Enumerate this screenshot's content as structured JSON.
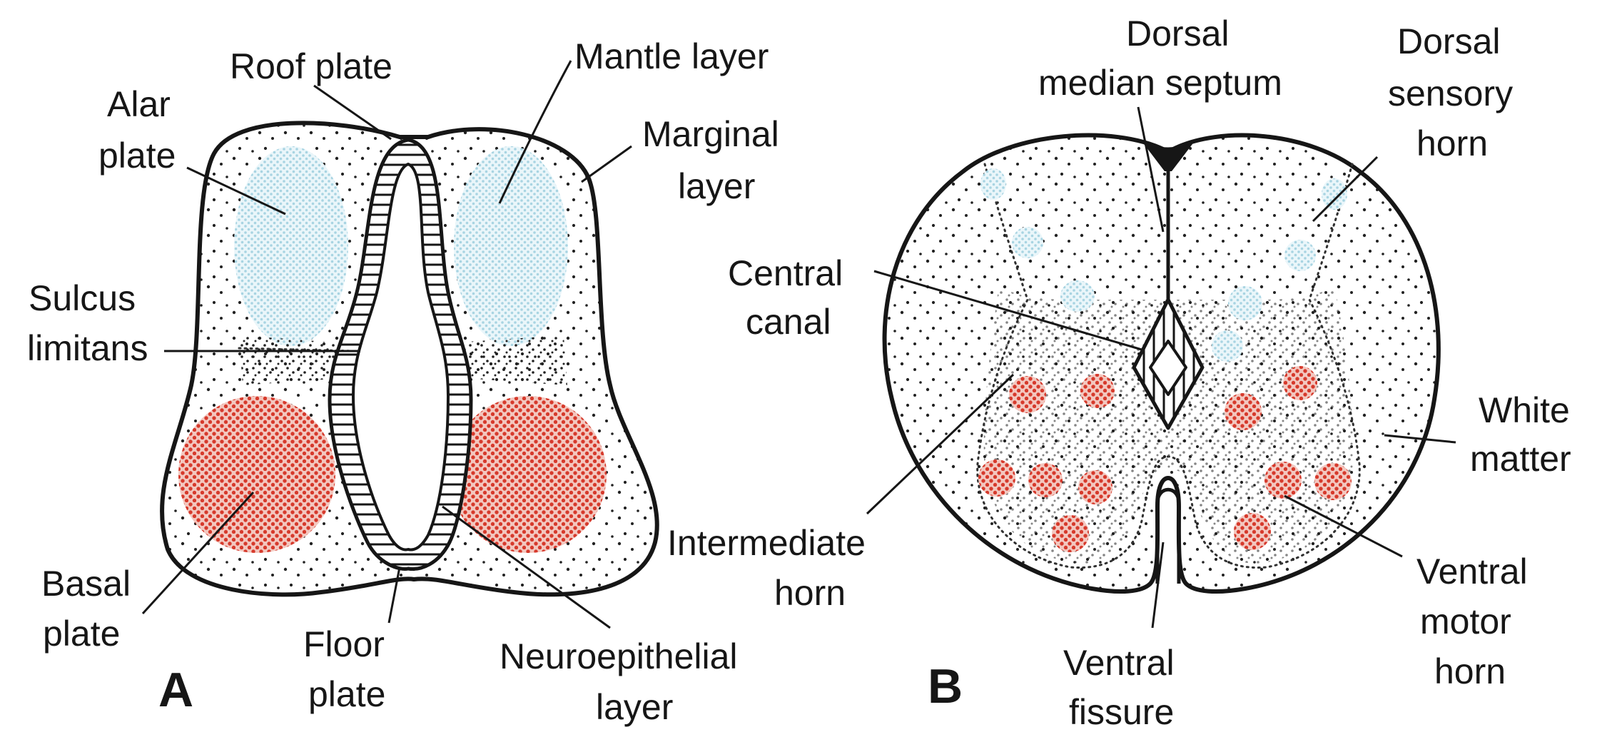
{
  "colors": {
    "ink": "#161616",
    "sensory_blue": "#bfe0ea",
    "motor_red": "#d63a2c",
    "background": "#ffffff"
  },
  "panel_a": {
    "letter": "A",
    "labels": {
      "roof_plate": "Roof plate",
      "mantle_layer": "Mantle layer",
      "alar_plate_1": "Alar",
      "alar_plate_2": "plate",
      "marginal_layer_1": "Marginal",
      "marginal_layer_2": "layer",
      "sulcus_limitans_1": "Sulcus",
      "sulcus_limitans_2": "limitans",
      "basal_plate_1": "Basal",
      "basal_plate_2": "plate",
      "floor_plate_1": "Floor",
      "floor_plate_2": "plate",
      "neuroepithelial_layer_1": "Neuroepithelial",
      "neuroepithelial_layer_2": "layer"
    }
  },
  "panel_b": {
    "letter": "B",
    "labels": {
      "dorsal_median_septum_1": "Dorsal",
      "dorsal_median_septum_2": "median septum",
      "dorsal_sensory_horn_1": "Dorsal",
      "dorsal_sensory_horn_2": "sensory",
      "dorsal_sensory_horn_3": "horn",
      "central_canal_1": "Central",
      "central_canal_2": "canal",
      "white_matter_1": "White",
      "white_matter_2": "matter",
      "intermediate_horn_1": "Intermediate",
      "intermediate_horn_2": "horn",
      "ventral_motor_horn_1": "Ventral",
      "ventral_motor_horn_2": "motor",
      "ventral_motor_horn_3": "horn",
      "ventral_fissure_1": "Ventral",
      "ventral_fissure_2": "fissure"
    }
  }
}
